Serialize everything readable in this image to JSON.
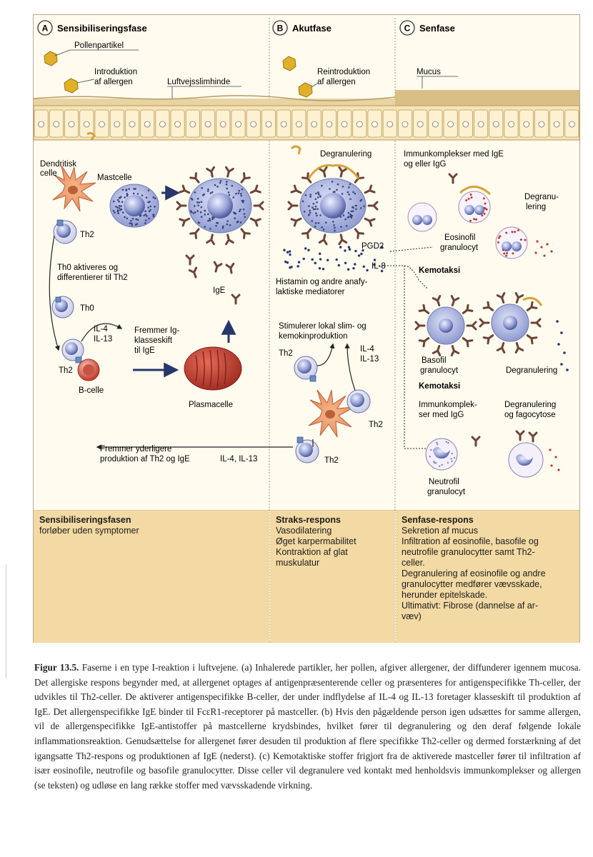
{
  "phases": {
    "a": {
      "letter": "A",
      "title": "Sensibiliseringsfase"
    },
    "b": {
      "letter": "B",
      "title": "Akutfase"
    },
    "c": {
      "letter": "C",
      "title": "Senfase"
    }
  },
  "labels": {
    "pollen": "Pollenpartikel",
    "intro1": "Introduktion",
    "intro2": "af allergen",
    "mucosa": "Luftvejsslimhinde",
    "reintro1": "Reintroduktion",
    "reintro2": "af allergen",
    "mucus": "Mucus",
    "dendritic1": "Dendritisk",
    "dendritic2": "celle",
    "mastcell": "Mastcelle",
    "th2_a1": "Th2",
    "th0_text1": "Th0 aktiveres og",
    "th0_text2": "differentierer til Th2",
    "th0": "Th0",
    "ige": "IgE",
    "il4_a": "IL-4",
    "il13_a": "IL-13",
    "fremmer1": "Fremmer Ig-",
    "fremmer2": "klasseskift",
    "fremmer3": "til IgE",
    "th2_a2": "Th2",
    "bcelle": "B-celle",
    "plasmacelle": "Plasmacelle",
    "fremmer_y1": "Fremmer yderligere",
    "fremmer_y2": "produktion af Th2 og IgE",
    "il4_il13_bottom": "IL-4, IL-13",
    "degranulering_b": "Degranulering",
    "pgd2": "PGD2",
    "il8": "IL-8",
    "histamin1": "Histamin og andre anafy-",
    "histamin2": "laktiske mediatorer",
    "stimulerer1": "Stimulerer lokal slim- og",
    "stimulerer2": "kemokinproduktion",
    "th2_b1": "Th2",
    "il4_b": "IL-4",
    "il13_b": "IL-13",
    "th2_b2": "Th2",
    "th2_b3": "Th2",
    "immunk1": "Immunkomplekser med IgE",
    "immunk2": "og eller IgG",
    "degranu1": "Degranu-",
    "degranu2": "lering",
    "eosinofil1": "Eosinofil",
    "eosinofil2": "granulocyt",
    "kemotaksi1": "Kemotaksi",
    "basofil1": "Basofil",
    "basofil2": "granulocyt",
    "degranulering_c": "Degranulering",
    "kemotaksi2": "Kemotaksi",
    "immunk_igg1": "Immunkomplek-",
    "immunk_igg2": "ser med IgG",
    "degran_fago1": "Degranulering",
    "degran_fago2": "og fagocytose",
    "neutrofil1": "Neutrofil",
    "neutrofil2": "granulocyt"
  },
  "panels": {
    "a": {
      "title": "Sensibiliseringsfasen",
      "lines": [
        "forløber uden symptomer"
      ]
    },
    "b": {
      "title": "Straks-respons",
      "lines": [
        "Vasodilatering",
        "Øget karpermabilitet",
        "Kontraktion af glat",
        "muskulatur"
      ]
    },
    "c": {
      "title": "Senfase-respons",
      "lines": [
        "Sekretion af mucus",
        "Infiltration af eosinofile, basofile og",
        "neutrofile granulocytter samt Th2-",
        "celler.",
        "Degranulering af eosinofile og andre",
        "granulocytter medfører vævsskade,",
        "herunder epitelskade.",
        "Ultimativt: Fibrose (dannelse af ar-",
        "væv)"
      ]
    }
  },
  "caption": {
    "label": "Figur 13.5.",
    "text": "Faserne i en type I-reaktion i luftvejene. (a) Inhalerede partikler, her pollen, afgiver allergener, der diffunderer igennem mucosa. Det allergiske respons begynder med, at allergenet optages af antigenpræsenterende celler og præsenteres for antigenspecifikke Th-celler, der udvikles til Th2-celler. De aktiverer antigenspecifikke B-celler, der under indflydelse af IL-4 og IL-13 foretager klasseskift til produktion af IgE. Det allergenspecifikke IgE binder til FcεR1-receptorer på mastceller. (b) Hvis den pågældende person igen udsættes for samme allergen, vil de allergenspecifikke IgE-antistoffer på mastcellerne krydsbindes, hvilket fører til degranulering og den deraf følgende lokale inflammationsreaktion. Genudsættelse for allergenet fører desuden til produktion af flere specifikke Th2-celler og dermed forstærkning af det igangsatte Th2-respons og produktionen af IgE (nederst). (c) Kemotaktiske stoffer frigjort fra de aktiverede mastceller fører til infiltration af især eosinofile, neutrofile og basofile granulocytter. Disse celler vil degranulere ved kontakt med henholdsvis immunkomplekser og allergen (se teksten) og udløse en lang række stoffer med vævsskadende virkning."
  },
  "colors": {
    "panel": "#f3d9a3",
    "epithelium": "#f6e3b4",
    "pollen": "#e0b02a",
    "mastcell": "#8f9bd0",
    "antibody": "#6b4436",
    "plasma": "#b8312a",
    "arrow": "#27376b"
  }
}
